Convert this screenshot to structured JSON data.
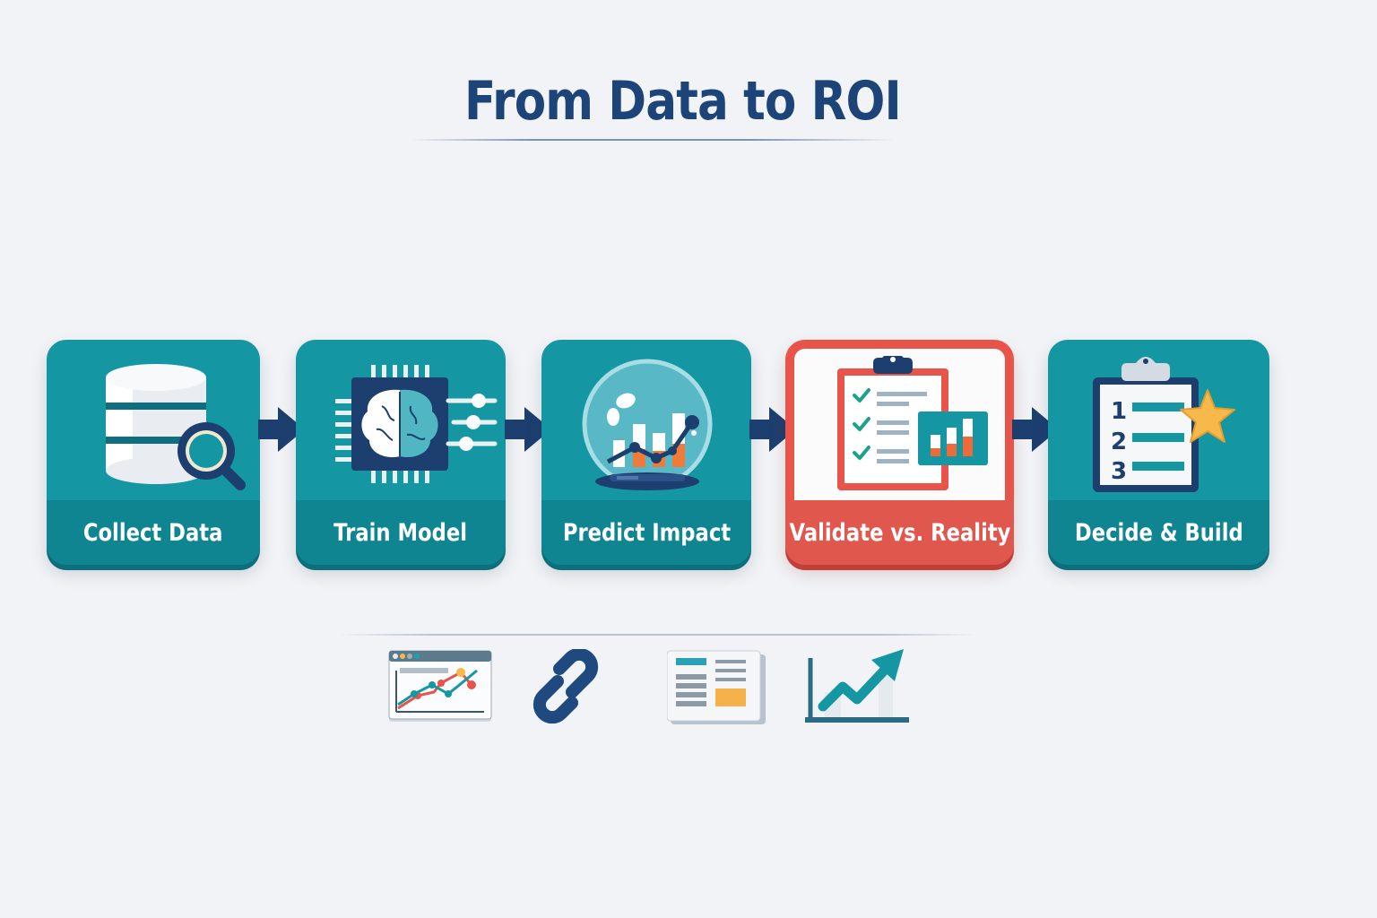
{
  "title": "From Data to ROI",
  "colors": {
    "background": "#f1f3f6",
    "title": "#1d4479",
    "card_teal": "#1597a3",
    "card_teal_band": "#0f8592",
    "card_highlight": "#e8534a",
    "arrow": "#1d3f70",
    "accent_orange": "#ef7a3a",
    "accent_yellow": "#f6b94a"
  },
  "steps": [
    {
      "label": "Collect Data",
      "icon": "database-search-icon",
      "highlighted": false
    },
    {
      "label": "Train Model",
      "icon": "brain-chip-icon",
      "highlighted": false
    },
    {
      "label": "Predict Impact",
      "icon": "crystal-ball-chart-icon",
      "highlighted": false
    },
    {
      "label": "Validate vs. Reality",
      "icon": "checklist-clipboard-chart-icon",
      "highlighted": true
    },
    {
      "label": "Decide & Build",
      "icon": "numbered-clipboard-star-icon",
      "highlighted": false
    }
  ],
  "connectors": [
    "arrow-right-icon",
    "arrow-right-icon",
    "arrow-right-icon",
    "arrow-right-icon"
  ],
  "bottom_icons": [
    {
      "icon": "dashboard-line-chart-icon"
    },
    {
      "icon": "link-icon"
    },
    {
      "icon": "report-document-icon"
    },
    {
      "icon": "growth-trend-arrow-icon"
    }
  ]
}
